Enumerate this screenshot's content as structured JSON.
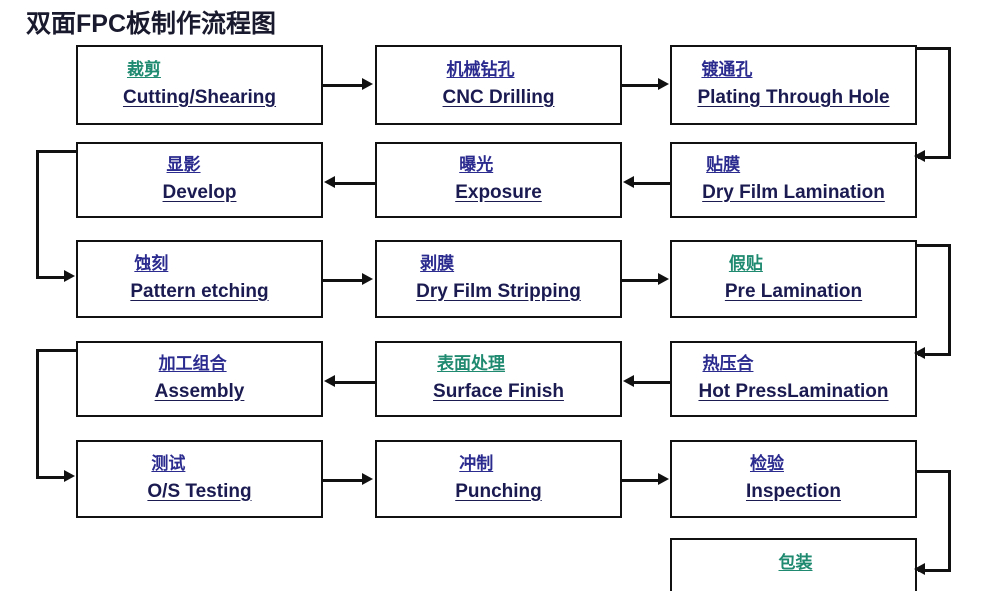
{
  "title": "双面FPC板制作流程图",
  "colors": {
    "box_border": "#111111",
    "english_text": "#1b1b52",
    "chinese_blue": "#2b2b8f",
    "chinese_teal": "#1f8a70",
    "title": "#1a1a2e",
    "background": "#ffffff"
  },
  "nodes": [
    {
      "id": "cutting",
      "cn": "裁剪",
      "en": "Cutting/Shearing",
      "cn_color": "teal",
      "row": 1,
      "col": 1
    },
    {
      "id": "cnc-drilling",
      "cn": "机械钻孔",
      "en": "CNC Drilling",
      "cn_color": "blue",
      "row": 1,
      "col": 2
    },
    {
      "id": "plating-hole",
      "cn": "镀通孔",
      "en": "Plating Through Hole",
      "cn_color": "blue",
      "row": 1,
      "col": 3
    },
    {
      "id": "develop",
      "cn": "显影",
      "en": "Develop",
      "cn_color": "blue",
      "row": 2,
      "col": 1
    },
    {
      "id": "exposure",
      "cn": "曝光",
      "en": "Exposure",
      "cn_color": "blue",
      "row": 2,
      "col": 2
    },
    {
      "id": "dry-film-lam",
      "cn": "贴膜",
      "en": "Dry Film Lamination",
      "cn_color": "blue",
      "row": 2,
      "col": 3
    },
    {
      "id": "pattern-etch",
      "cn": "蚀刻",
      "en": "Pattern etching",
      "cn_color": "blue",
      "row": 3,
      "col": 1
    },
    {
      "id": "dry-film-strip",
      "cn": "剥膜",
      "en": "Dry Film Stripping",
      "cn_color": "blue",
      "row": 3,
      "col": 2
    },
    {
      "id": "pre-lamination",
      "cn": "假贴",
      "en": " Pre Lamination",
      "cn_color": "teal",
      "row": 3,
      "col": 3
    },
    {
      "id": "assembly",
      "cn": "加工组合",
      "en": "Assembly",
      "cn_color": "blue",
      "row": 4,
      "col": 1
    },
    {
      "id": "surface-finish",
      "cn": "表面处理",
      "en": "Surface  Finish",
      "cn_color": "teal",
      "row": 4,
      "col": 2
    },
    {
      "id": "hot-press",
      "cn": "热压合",
      "en": "Hot PressLamination",
      "cn_color": "blue",
      "row": 4,
      "col": 3
    },
    {
      "id": "os-testing",
      "cn": "测试",
      "en": "O/S Testing",
      "cn_color": "blue",
      "row": 5,
      "col": 1
    },
    {
      "id": "punching",
      "cn": "冲制",
      "en": "Punching",
      "cn_color": "blue",
      "row": 5,
      "col": 2
    },
    {
      "id": "inspection",
      "cn": "检验",
      "en": "Inspection",
      "cn_color": "blue",
      "row": 5,
      "col": 3
    },
    {
      "id": "packaging",
      "cn": "包装",
      "en": "",
      "cn_color": "teal",
      "row": 6,
      "col": 3
    }
  ],
  "flow_order": [
    "cutting",
    "cnc-drilling",
    "plating-hole",
    "dry-film-lam",
    "exposure",
    "develop",
    "pattern-etch",
    "dry-film-strip",
    "pre-lamination",
    "hot-press",
    "surface-finish",
    "assembly",
    "os-testing",
    "punching",
    "inspection",
    "packaging"
  ]
}
